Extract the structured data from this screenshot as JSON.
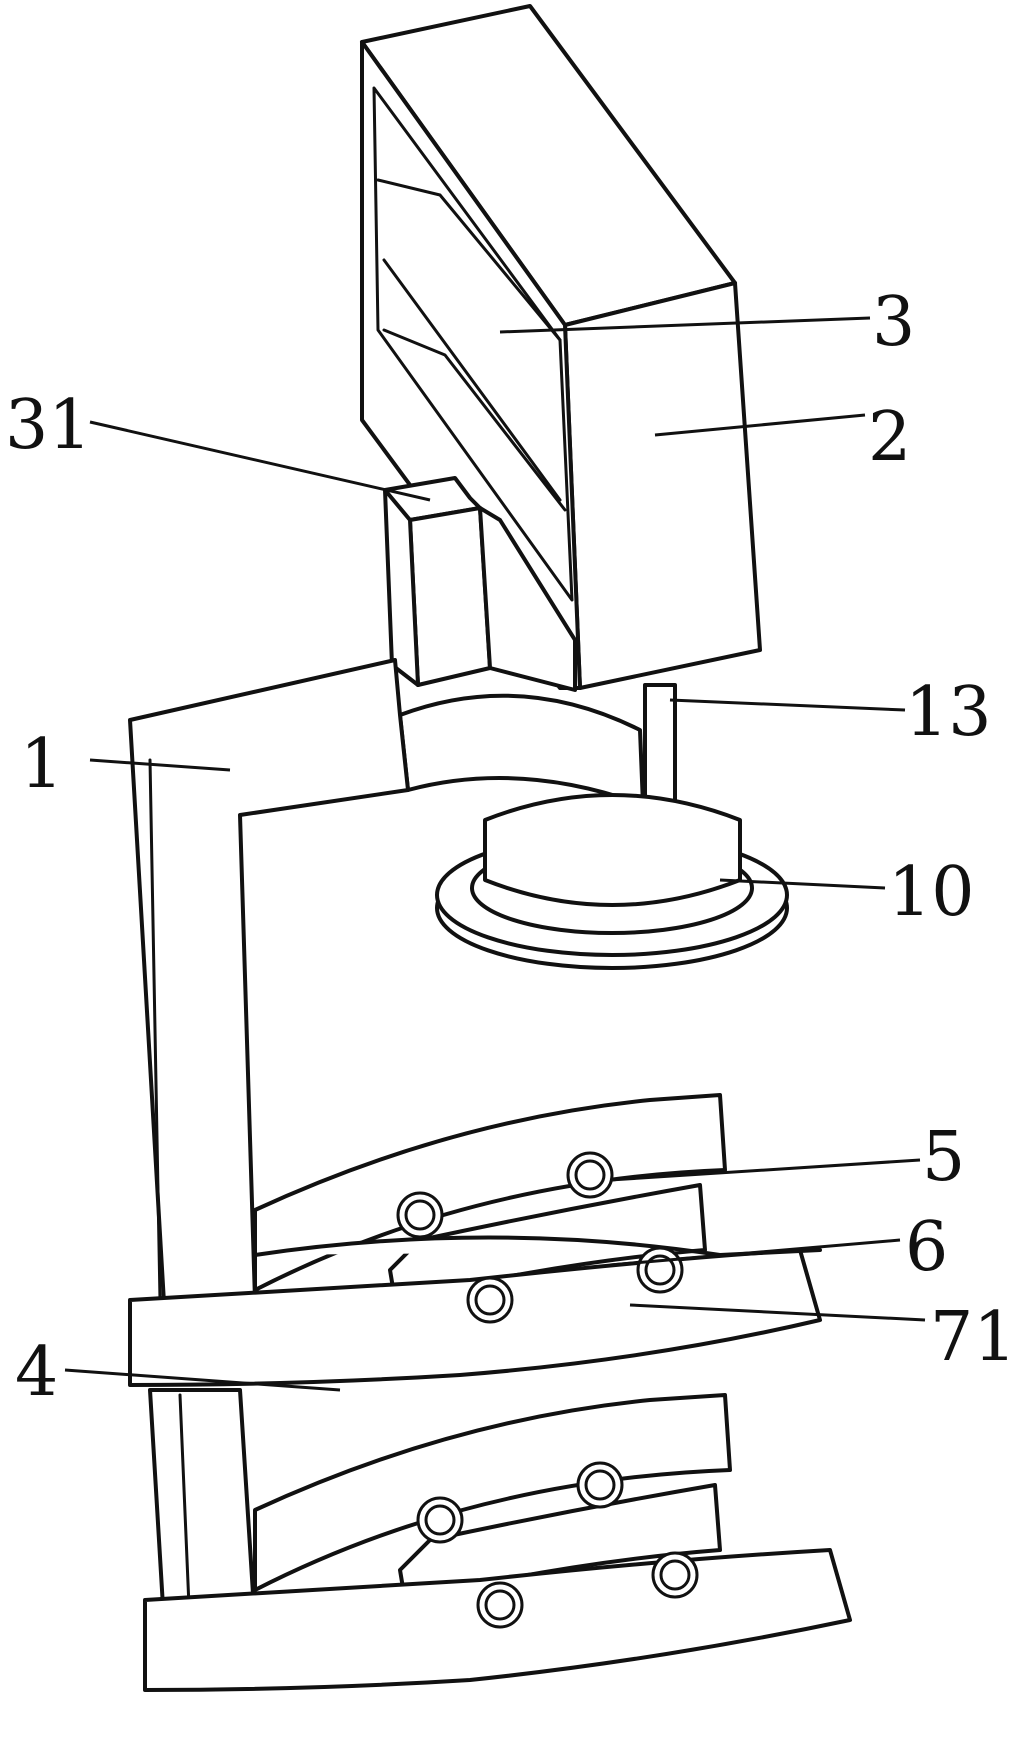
{
  "figure": {
    "labels": [
      {
        "id": "label-3",
        "text": "3"
      },
      {
        "id": "label-2",
        "text": "2"
      },
      {
        "id": "label-31",
        "text": "31"
      },
      {
        "id": "label-13",
        "text": "13"
      },
      {
        "id": "label-1",
        "text": "1"
      },
      {
        "id": "label-10",
        "text": "10"
      },
      {
        "id": "label-5",
        "text": "5"
      },
      {
        "id": "label-6",
        "text": "6"
      },
      {
        "id": "label-71",
        "text": "71"
      },
      {
        "id": "label-4",
        "text": "4"
      }
    ]
  }
}
